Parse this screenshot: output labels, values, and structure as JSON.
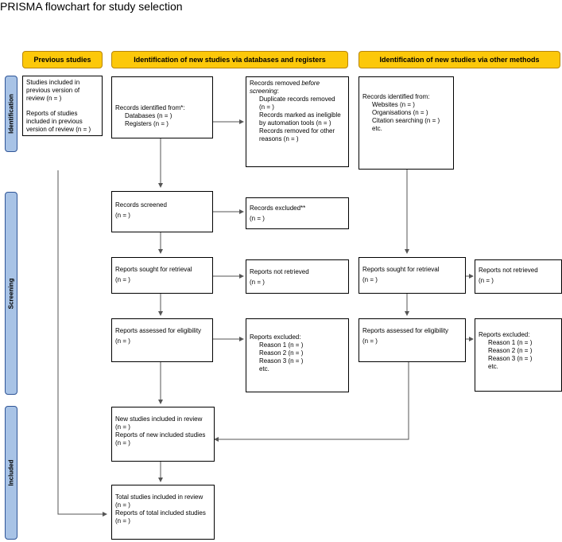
{
  "title": "PRISMA flowchart for study selection",
  "headers": {
    "previous": "Previous studies",
    "databases": "Identification of new studies via databases and registers",
    "other": "Identification of new studies via other methods"
  },
  "phases": {
    "identification": "Identification",
    "screening": "Screening",
    "included": "Included"
  },
  "boxes": {
    "prev_studies": {
      "l1": "Studies included in",
      "l2": "previous version of",
      "l3": "review (n = )",
      "l4": "Reports of studies",
      "l5": "included in previous",
      "l6": "version of review (n = )"
    },
    "records_identified_db": {
      "l1": "Records identified from*:",
      "l2": "Databases (n = )",
      "l3": "Registers (n = )"
    },
    "records_removed": {
      "l1a": "Records removed ",
      "l1b": "before",
      "l2": "screening",
      "l2b": ":",
      "l3": "Duplicate records removed",
      "l4": "(n = )",
      "l5": "Records marked as ineligible",
      "l6": "by automation tools (n = )",
      "l7": "Records removed for other",
      "l8": "reasons (n = )"
    },
    "records_identified_other": {
      "l1": "Records identified from:",
      "l2": "Websites (n = )",
      "l3": "Organisations (n = )",
      "l4": "Citation searching (n = )",
      "l5": "etc."
    },
    "records_screened": {
      "l1": "Records screened",
      "l2": "(n = )"
    },
    "records_excluded": {
      "l1": "Records excluded**",
      "l2": "(n = )"
    },
    "sought_db": {
      "l1": "Reports sought for retrieval",
      "l2": "(n = )"
    },
    "not_retrieved_db": {
      "l1": "Reports not retrieved",
      "l2": "(n = )"
    },
    "sought_other": {
      "l1": "Reports sought for retrieval",
      "l2": "(n = )"
    },
    "not_retrieved_other": {
      "l1": "Reports not retrieved",
      "l2": "(n = )"
    },
    "assessed_db": {
      "l1": "Reports assessed for eligibility",
      "l2": "(n = )"
    },
    "excluded_db": {
      "l1": "Reports excluded:",
      "l2": "Reason 1 (n = )",
      "l3": "Reason 2 (n = )",
      "l4": "Reason 3 (n = )",
      "l5": "etc."
    },
    "assessed_other": {
      "l1": "Reports assessed for eligibility",
      "l2": "(n = )"
    },
    "excluded_other": {
      "l1": "Reports excluded:",
      "l2": "Reason 1 (n = )",
      "l3": "Reason 2 (n = )",
      "l4": "Reason 3 (n = )",
      "l5": "etc."
    },
    "new_included": {
      "l1": "New studies included in review",
      "l2": "(n = )",
      "l3": "Reports of new included studies",
      "l4": "(n = )"
    },
    "total_included": {
      "l1": "Total studies included in review",
      "l2": "(n = )",
      "l3": "Reports of total included studies",
      "l4": "(n = )"
    }
  },
  "colors": {
    "header": "#fcc80a",
    "phase": "#a8c3e6",
    "phase_border": "#2f5597"
  }
}
